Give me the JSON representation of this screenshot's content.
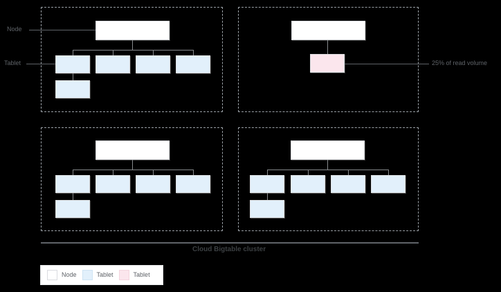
{
  "diagram": {
    "caption": "Cloud Bigtable cluster",
    "annotations": {
      "node_label": "Node",
      "tablet_label": "Tablet",
      "hot_tablet_label": "25% of read volume"
    },
    "legend": {
      "entries": [
        {
          "label": "Node",
          "swatch": "node-swatch",
          "color": "#ffffff"
        },
        {
          "label": "Tablet",
          "swatch": "tablet-swatch",
          "color": "#e2f0fb"
        },
        {
          "label": "Tablet",
          "swatch": "hot-tablet-swatch",
          "color": "#fbe6ed"
        }
      ]
    },
    "panels": [
      {
        "id": "panel-top-left",
        "node_count": 1,
        "tablet_count": 5,
        "hot_tablet_count": 0
      },
      {
        "id": "panel-top-right",
        "node_count": 1,
        "tablet_count": 0,
        "hot_tablet_count": 1
      },
      {
        "id": "panel-bottom-left",
        "node_count": 1,
        "tablet_count": 5,
        "hot_tablet_count": 0
      },
      {
        "id": "panel-bottom-right",
        "node_count": 1,
        "tablet_count": 5,
        "hot_tablet_count": 0
      }
    ],
    "colors": {
      "background": "#000000",
      "node_fill": "#ffffff",
      "tablet_fill": "#e2f0fb",
      "hot_tablet_fill": "#fbe6ed",
      "panel_border": "#9aa0a6",
      "connector": "#5f6368",
      "text": "#5f6368",
      "caption_text": "#3c4043"
    }
  }
}
